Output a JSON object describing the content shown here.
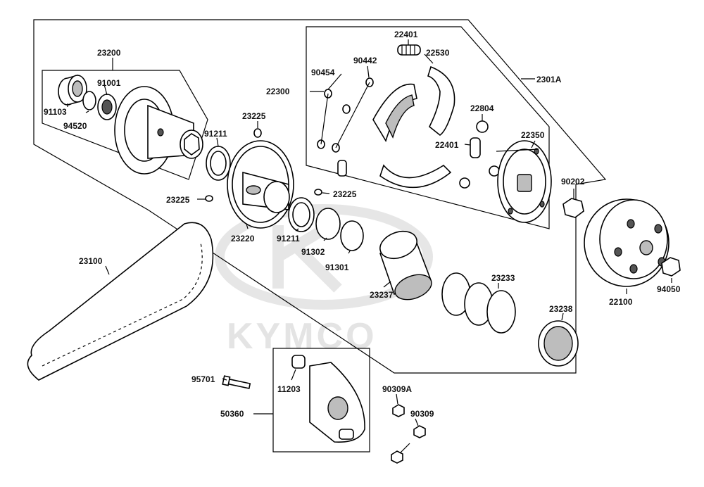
{
  "watermark": "KYMCO",
  "part_numbers": {
    "p23200": "23200",
    "p91001": "91001",
    "p91103": "91103",
    "p94520": "94520",
    "p91211a": "91211",
    "p23225a": "23225",
    "p23225b": "23225",
    "p23225c": "23225",
    "p23220": "23220",
    "p91211b": "91211",
    "p91302": "91302",
    "p91301": "91301",
    "p22300": "22300",
    "p22401a": "22401",
    "p90442": "90442",
    "p90454": "90454",
    "p22530": "22530",
    "p2301A": "2301A",
    "p22804": "22804",
    "p22401b": "22401",
    "p22350": "22350",
    "p90202": "90202",
    "p22100": "22100",
    "p94050": "94050",
    "p23237": "23237",
    "p23233": "23233",
    "p23238": "23238",
    "p23100": "23100",
    "p95701": "95701",
    "p11203": "11203",
    "p50360": "50360",
    "p90309A": "90309A",
    "p90309": "90309"
  }
}
